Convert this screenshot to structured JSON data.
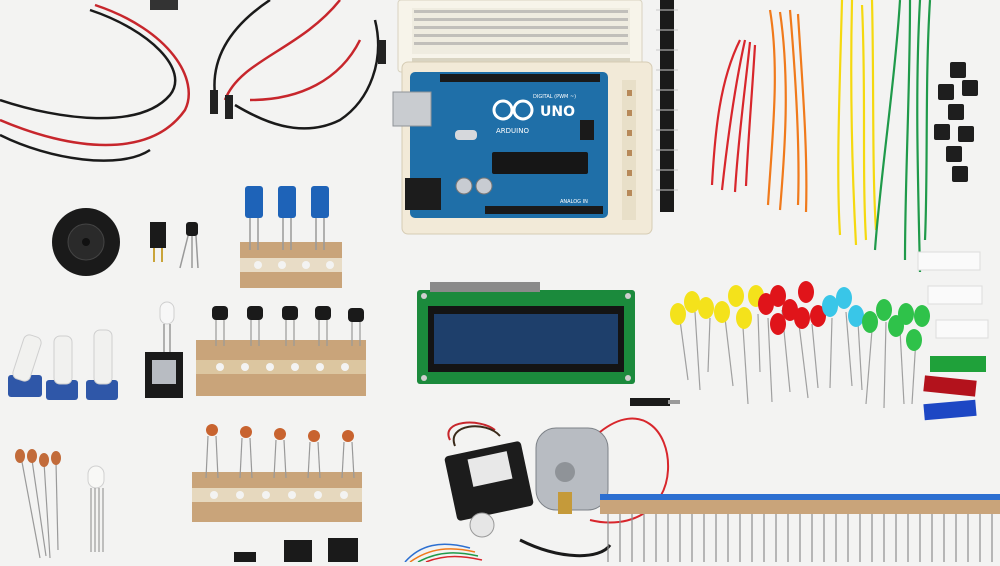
{
  "board": {
    "brand": "ARDUINO",
    "model": "UNO",
    "label_digital": "DIGITAL (PWM ~)",
    "label_analog": "ANALOG IN"
  },
  "colors": {
    "background": "#f3f3f2",
    "board": "#1f6fa8",
    "lcd_pcb": "#1b8a3c",
    "lcd_screen": "#1e3f6b",
    "led_yellow": "#f4e21b",
    "led_red": "#e0141a",
    "led_blue": "#39c6e8",
    "led_green": "#2fc24a",
    "wire_red": "#d8262c",
    "wire_orange": "#f07a1c",
    "wire_yellow": "#f5d90f",
    "wire_green": "#1f9a4a",
    "tape": "#c9a47a"
  }
}
